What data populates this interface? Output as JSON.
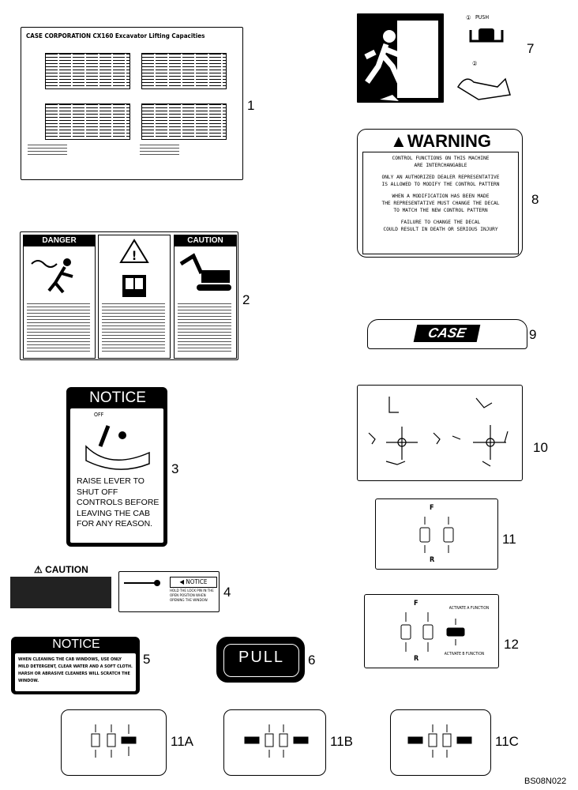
{
  "callouts": {
    "c1": "1",
    "c2": "2",
    "c3": "3",
    "c4": "4",
    "c5": "5",
    "c6": "6",
    "c7": "7",
    "c8": "8",
    "c9": "9",
    "c10": "10",
    "c11": "11",
    "c12": "12",
    "c11a": "11A",
    "c11b": "11B",
    "c11c": "11C"
  },
  "decal1": {
    "title": "CASE CORPORATION  CX160  Excavator Lifting Capacities"
  },
  "decal2": {
    "danger": "DANGER",
    "caution": "CAUTION"
  },
  "decal3": {
    "header": "NOTICE",
    "off": "OFF",
    "body": "RAISE LEVER TO SHUT OFF CONTROLS BEFORE LEAVING THE CAB FOR ANY REASON."
  },
  "decal4": {
    "caution": "CAUTION",
    "notice": "NOTICE",
    "body": "HOLD THE LOCK PIN IN THE OPEN POSITION WHEN OPENING THE WINDOW."
  },
  "decal5": {
    "header": "NOTICE",
    "body": "WHEN CLEANING THE CAB WINDOWS, USE ONLY MILD DETERGENT, CLEAR WATER AND A SOFT CLOTH. HARSH OR ABRASIVE CLEANERS WILL SCRATCH THE WINDOW."
  },
  "decal6": {
    "label": "PULL"
  },
  "decal7": {
    "push": "PUSH",
    "n1": "①",
    "n2": "②"
  },
  "decal8": {
    "header": "WARNING",
    "lines": [
      "CONTROL FUNCTIONS ON THIS MACHINE",
      "ARE INTERCHANGABLE",
      "",
      "ONLY AN AUTHORIZED DEALER REPRESENTATIVE",
      "IS ALLOWED TO MODIFY THE CONTROL PATTERN",
      "",
      "WHEN A MODIFICATION HAS BEEN MADE",
      "THE REPRESENTATIVE MUST CHANGE THE DECAL",
      "TO MATCH THE NEW CONTROL PATTERN",
      "",
      "FAILURE TO CHANGE THE DECAL",
      "COULD RESULT IN DEATH OR SERIOUS INJURY"
    ]
  },
  "decal9": {
    "logo": "CASE"
  },
  "decal11": {
    "f": "F",
    "r": "R"
  },
  "decal12": {
    "f": "F",
    "r": "R",
    "activate_a": "ACTIVATE A FUNCTION",
    "activate_b": "ACTIVATE B FUNCTION"
  },
  "figure_code": "BS08N022"
}
